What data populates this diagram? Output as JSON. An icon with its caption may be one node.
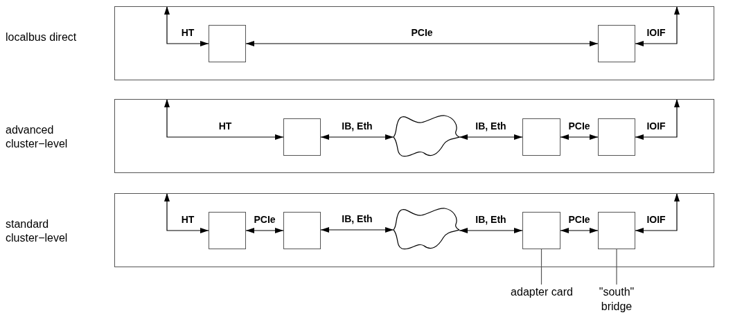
{
  "diagram": {
    "nodes": [
      {
        "text": [
          "localbus direct"
        ]
      },
      {
        "text": [],
        "shape": "box",
        "in": 0
      },
      {
        "text": [],
        "shape": "box",
        "in": 0
      },
      {
        "text": [
          "advanced cluster−level"
        ]
      },
      {
        "text": [],
        "shape": "box",
        "in": 3
      },
      {
        "text": [],
        "shape": "cloud",
        "in": 3
      },
      {
        "text": [],
        "shape": "box",
        "in": 3
      },
      {
        "text": [],
        "shape": "box",
        "in": 3
      },
      {
        "text": [
          "standard cluster−level"
        ]
      },
      {
        "text": [],
        "shape": "box",
        "in": 8
      },
      {
        "text": [],
        "shape": "box",
        "in": 8
      },
      {
        "text": [],
        "shape": "cloud",
        "in": 8
      },
      {
        "text": [],
        "shape": "box",
        "in": 8
      },
      {
        "text": [],
        "shape": "box",
        "in": 8
      },
      {
        "text": [
          "adapter card"
        ]
      },
      {
        "text": [
          "\"south\" bridge"
        ]
      }
    ],
    "edges": [
      {
        "from": 0,
        "to": 1,
        "arrow": "both",
        "label": "HT"
      },
      {
        "from": 1,
        "to": 2,
        "arrow": "both",
        "label": "PCIe"
      },
      {
        "from": 0,
        "to": 2,
        "arrow": "both",
        "label": "IOIF"
      },
      {
        "from": 3,
        "to": 4,
        "arrow": "both",
        "label": "HT"
      },
      {
        "from": 4,
        "to": 5,
        "arrow": "both",
        "label": "IB, Eth"
      },
      {
        "from": 5,
        "to": 6,
        "arrow": "both",
        "label": "IB, Eth"
      },
      {
        "from": 6,
        "to": 7,
        "arrow": "both",
        "label": "PCIe"
      },
      {
        "from": 3,
        "to": 7,
        "arrow": "both",
        "label": "IOIF"
      },
      {
        "from": 8,
        "to": 9,
        "arrow": "both",
        "label": "HT"
      },
      {
        "from": 9,
        "to": 10,
        "arrow": "both",
        "label": "PCIe"
      },
      {
        "from": 10,
        "to": 11,
        "arrow": "both",
        "label": "IB, Eth"
      },
      {
        "from": 11,
        "to": 12,
        "arrow": "both",
        "label": "IB, Eth"
      },
      {
        "from": 12,
        "to": 13,
        "arrow": "both",
        "label": "PCIe"
      },
      {
        "from": 8,
        "to": 13,
        "arrow": "both",
        "label": "IOIF"
      },
      {
        "from": 14,
        "to": 12,
        "arrow": "none"
      },
      {
        "from": 15,
        "to": 13,
        "arrow": "none"
      }
    ]
  }
}
